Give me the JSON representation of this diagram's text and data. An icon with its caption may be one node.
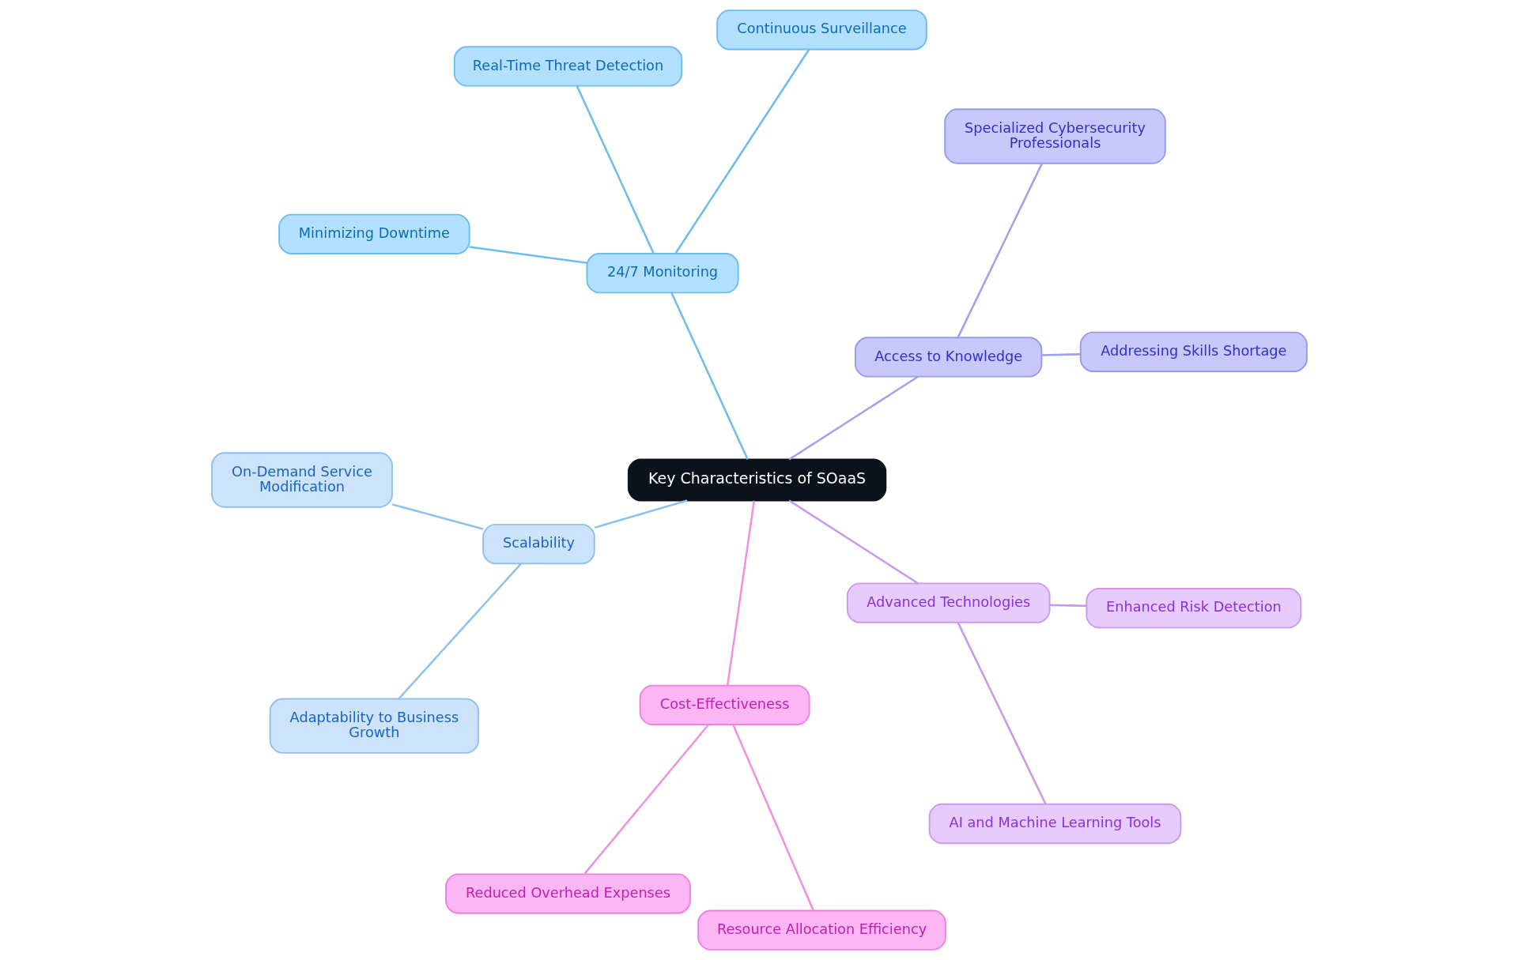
{
  "diagram": {
    "nodes": [
      {
        "text": [
          "Key Characteristics of SOaaS"
        ]
      },
      {
        "text": [
          "Access to Knowledge"
        ]
      },
      {
        "text": [
          "Addressing Skills Shortage"
        ]
      },
      {
        "text": [
          "Specialized Cybersecurity Professionals"
        ]
      },
      {
        "text": [
          "24/7 Monitoring"
        ]
      },
      {
        "text": [
          "Continuous Surveillance"
        ]
      },
      {
        "text": [
          "Real-Time Threat Detection"
        ]
      },
      {
        "text": [
          "Minimizing Downtime"
        ]
      },
      {
        "text": [
          "Scalability"
        ]
      },
      {
        "text": [
          "On-Demand Service Modification"
        ]
      },
      {
        "text": [
          "Adaptability to Business Growth"
        ]
      },
      {
        "text": [
          "Cost-Effectiveness"
        ]
      },
      {
        "text": [
          "Reduced Overhead Expenses"
        ]
      },
      {
        "text": [
          "Resource Allocation Efficiency"
        ]
      },
      {
        "text": [
          "Advanced Technologies"
        ]
      },
      {
        "text": [
          "AI and Machine Learning Tools"
        ]
      },
      {
        "text": [
          "Enhanced Risk Detection"
        ]
      }
    ],
    "edges": [
      {
        "from": 0,
        "to": 1,
        "arrow": "none",
        "color": "#a0a0f0"
      },
      {
        "from": 1,
        "to": 2,
        "arrow": "none",
        "color": "#a0a0f0"
      },
      {
        "from": 1,
        "to": 3,
        "arrow": "none",
        "color": "#a0a0f0"
      },
      {
        "from": 0,
        "to": 4,
        "arrow": "none",
        "color": "#70bcee"
      },
      {
        "from": 4,
        "to": 5,
        "arrow": "none",
        "color": "#70bcee"
      },
      {
        "from": 4,
        "to": 6,
        "arrow": "none",
        "color": "#70bcee"
      },
      {
        "from": 4,
        "to": 7,
        "arrow": "none",
        "color": "#70bcee"
      },
      {
        "from": 0,
        "to": 8,
        "arrow": "none",
        "color": "#90c0ee"
      },
      {
        "from": 8,
        "to": 9,
        "arrow": "none",
        "color": "#90c0ee"
      },
      {
        "from": 8,
        "to": 10,
        "arrow": "none",
        "color": "#90c0ee"
      },
      {
        "from": 0,
        "to": 11,
        "arrow": "none",
        "color": "#f090e0"
      },
      {
        "from": 11,
        "to": 12,
        "arrow": "none",
        "color": "#f090e0"
      },
      {
        "from": 11,
        "to": 13,
        "arrow": "none",
        "color": "#f090e0"
      },
      {
        "from": 0,
        "to": 14,
        "arrow": "none",
        "color": "#c898f0"
      },
      {
        "from": 14,
        "to": 15,
        "arrow": "none",
        "color": "#c898f0"
      },
      {
        "from": 14,
        "to": 16,
        "arrow": "none",
        "color": "#c898f0"
      }
    ]
  }
}
